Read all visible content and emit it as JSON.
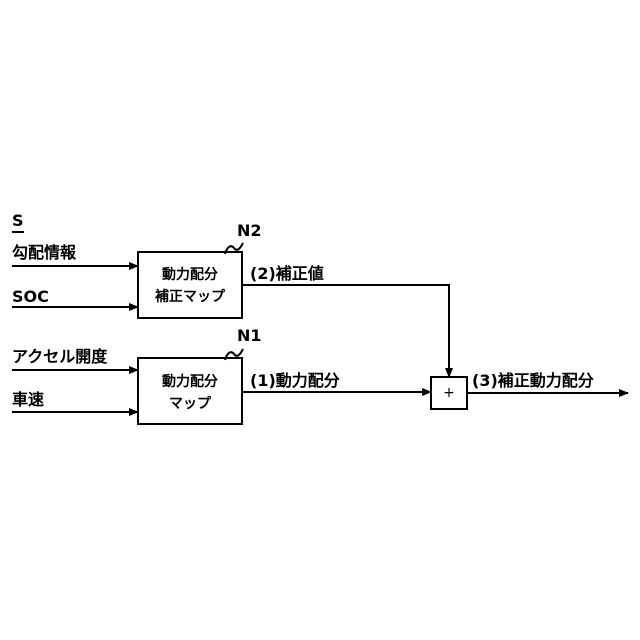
{
  "figure_label": "S",
  "inputs": {
    "gradient_info": "勾配情報",
    "soc": "SOC",
    "accelerator_opening": "アクセル開度",
    "vehicle_speed": "車速"
  },
  "blocks": {
    "correction_map": {
      "ref": "N2",
      "line1": "動力配分",
      "line2": "補正マップ"
    },
    "distribution_map": {
      "ref": "N1",
      "line1": "動力配分",
      "line2": "マップ"
    }
  },
  "summing_junction": {
    "symbol": "+"
  },
  "signals": {
    "correction_value": "(2)補正値",
    "power_distribution": "(1)動力配分",
    "corrected_distribution": "(3)補正動力配分"
  },
  "colors": {
    "stroke": "#000000",
    "background": "#ffffff"
  }
}
